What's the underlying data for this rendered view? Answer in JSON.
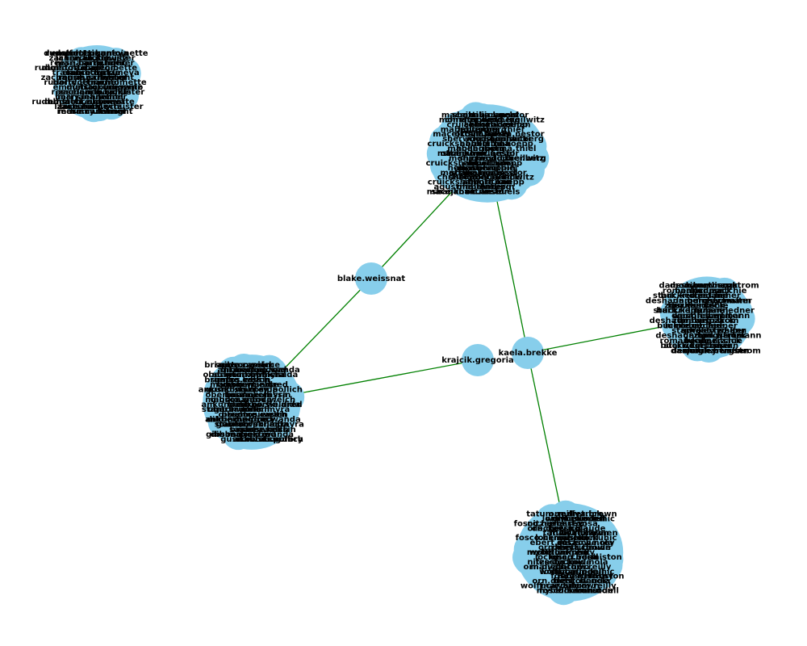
{
  "colors": {
    "node_fill": "#87ceeb",
    "edge_stroke": "#008000",
    "label_text": "#000000",
    "background": "#ffffff"
  },
  "nodes": [
    {
      "id": "blake",
      "label": "blake.weissnat"
    },
    {
      "id": "krajcik",
      "label": "krajcik.gregoria"
    },
    {
      "id": "kaela",
      "label": "kaela.brekke"
    }
  ],
  "clusters": [
    {
      "id": "c_top_left",
      "labels": [
        "rudolfdottir.antoinette",
        "dunston.eugenio",
        "emmett.okuneva",
        "traci.lubowitz",
        "lance.hickle",
        "zachariah.schuster",
        "reese.cartwright",
        "mariana.lehner",
        "harry.lehner",
        "rachel"
      ]
    },
    {
      "id": "c_top_center",
      "labels": [
        "macejkovic.ansel",
        "ottilie.huels",
        "shanahan.nestor",
        "monique.dicki",
        "christopher.berg",
        "sherwood.lueilwitz",
        "elmira.koepp",
        "abbott.ona",
        "cruickshank.ethan",
        "agustina.thiel",
        "hollenberg",
        "mabel.rippin"
      ]
    },
    {
      "id": "c_right",
      "labels": [
        "damon.hartmann",
        "deshaun.bergstrom",
        "zion.wisozk",
        "beahan.zack",
        "lucile.ritchie",
        "roman.ledner",
        "buckridge.lane",
        "stark.kertzmann",
        "west.fisher",
        "quigley.walter"
      ]
    },
    {
      "id": "c_left",
      "labels": [
        "brianne.cassin",
        "santos.welch",
        "gibson.pierce",
        "maggio.wanda",
        "dibbert.eldred",
        "ankunding.rory",
        "gusikowski.aida",
        "stanton.pollich",
        "oberbrunner.myra",
        "garza.kelli"
      ]
    },
    {
      "id": "c_bottom",
      "labels": [
        "orn.dietrich",
        "maiya.brown",
        "tatum.reilly",
        "wolff.carmen",
        "mybelle.kuhic",
        "lockman.odell",
        "fosco.hermiston",
        "ebert.rosa",
        "nitzsche.rey",
        "deckow.nola",
        "feest.claude"
      ]
    }
  ],
  "edges": [
    {
      "source": "blake",
      "target": "c_top_center"
    },
    {
      "source": "blake",
      "target": "c_left"
    },
    {
      "source": "krajcik",
      "target": "c_left"
    },
    {
      "source": "kaela",
      "target": "c_top_center"
    },
    {
      "source": "kaela",
      "target": "c_right"
    },
    {
      "source": "kaela",
      "target": "c_bottom"
    }
  ]
}
